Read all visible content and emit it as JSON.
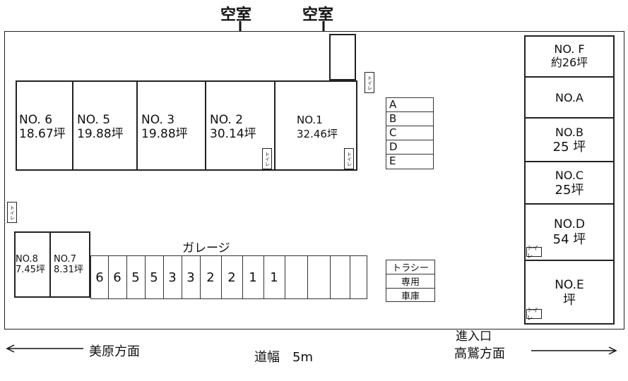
{
  "vacant_labels": [
    "空室",
    "空室"
  ],
  "top_units": [
    {
      "no": "NO. 6",
      "area": "18.67坪"
    },
    {
      "no": "NO. 5",
      "area": "19.88坪"
    },
    {
      "no": "NO. 3",
      "area": "19.88坪"
    },
    {
      "no": "NO. 2",
      "area": "30.14坪"
    },
    {
      "no": "NO.1",
      "area": "32.46坪"
    }
  ],
  "toilet_text": "トイレ",
  "parking_slots": [
    "A",
    "B",
    "C",
    "D",
    "E"
  ],
  "right_units": [
    {
      "no": "NO. F",
      "area": "約26坪"
    },
    {
      "no": "NO.A",
      "area": ""
    },
    {
      "no": "NO.B",
      "area": "25 坪"
    },
    {
      "no": "NO.C",
      "area": "25坪"
    },
    {
      "no": "NO.D",
      "area": "54 坪"
    },
    {
      "no": "NO.E",
      "area": "坪"
    }
  ],
  "small_units": [
    {
      "no": "NO.8",
      "area": "7.45坪"
    },
    {
      "no": "NO.7",
      "area": "8.31坪"
    }
  ],
  "garage_label": "ガレージ",
  "garage_numbers": [
    "6",
    "6",
    "5",
    "5",
    "3",
    "3",
    "2",
    "2",
    "1",
    "1",
    "",
    "",
    "",
    ""
  ],
  "truck_garage": [
    "トラシー",
    "専用",
    "車庫"
  ],
  "entrance": "進入口",
  "bottom": {
    "left_direction": "美原方面",
    "road_width": "道幅　5m",
    "right_direction": "高鷲方面"
  }
}
